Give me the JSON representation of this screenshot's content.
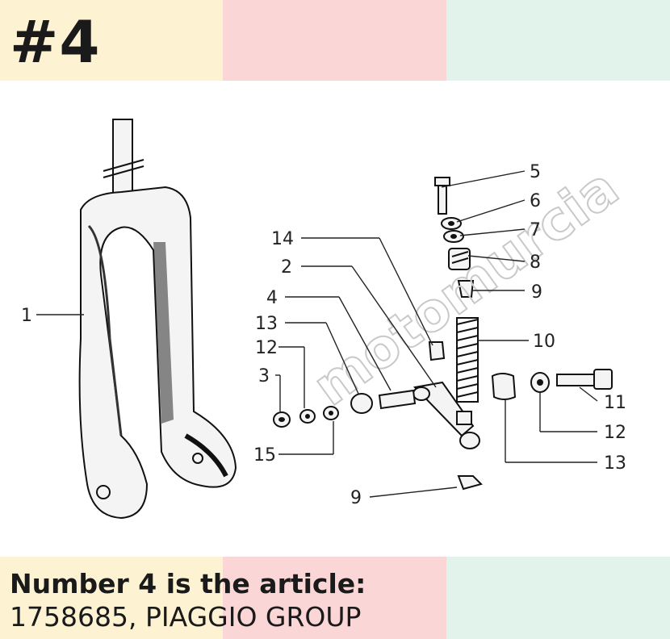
{
  "header": {
    "tag": "#4"
  },
  "footer": {
    "title": "Number 4 is the article:",
    "subtitle": "1758685, PIAGGIO GROUP"
  },
  "watermark": {
    "text": "motomurcia"
  },
  "colors": {
    "band_yellow": "#fdf3d3",
    "band_pink": "#fbd6d6",
    "band_green": "#e2f3ec",
    "ink": "#1a1a1a"
  },
  "callouts": {
    "c1": "1",
    "c2": "2",
    "c3": "3",
    "c4": "4",
    "c5": "5",
    "c6": "6",
    "c7": "7",
    "c8": "8",
    "c9a": "9",
    "c9b": "9",
    "c10": "10",
    "c11": "11",
    "c12a": "12",
    "c12b": "12",
    "c13a": "13",
    "c13b": "13",
    "c14": "14",
    "c15": "15"
  }
}
